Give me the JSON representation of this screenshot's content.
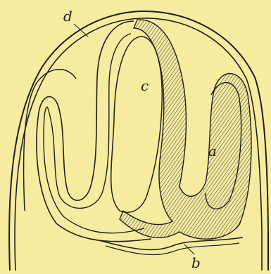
{
  "figure": {
    "labels": {
      "a": "a",
      "b": "b",
      "c": "c",
      "d": "d"
    },
    "colors": {
      "paper": "#f6ec9f",
      "ink": "#1e1e1e",
      "hatch": "#4a4a4a"
    }
  }
}
